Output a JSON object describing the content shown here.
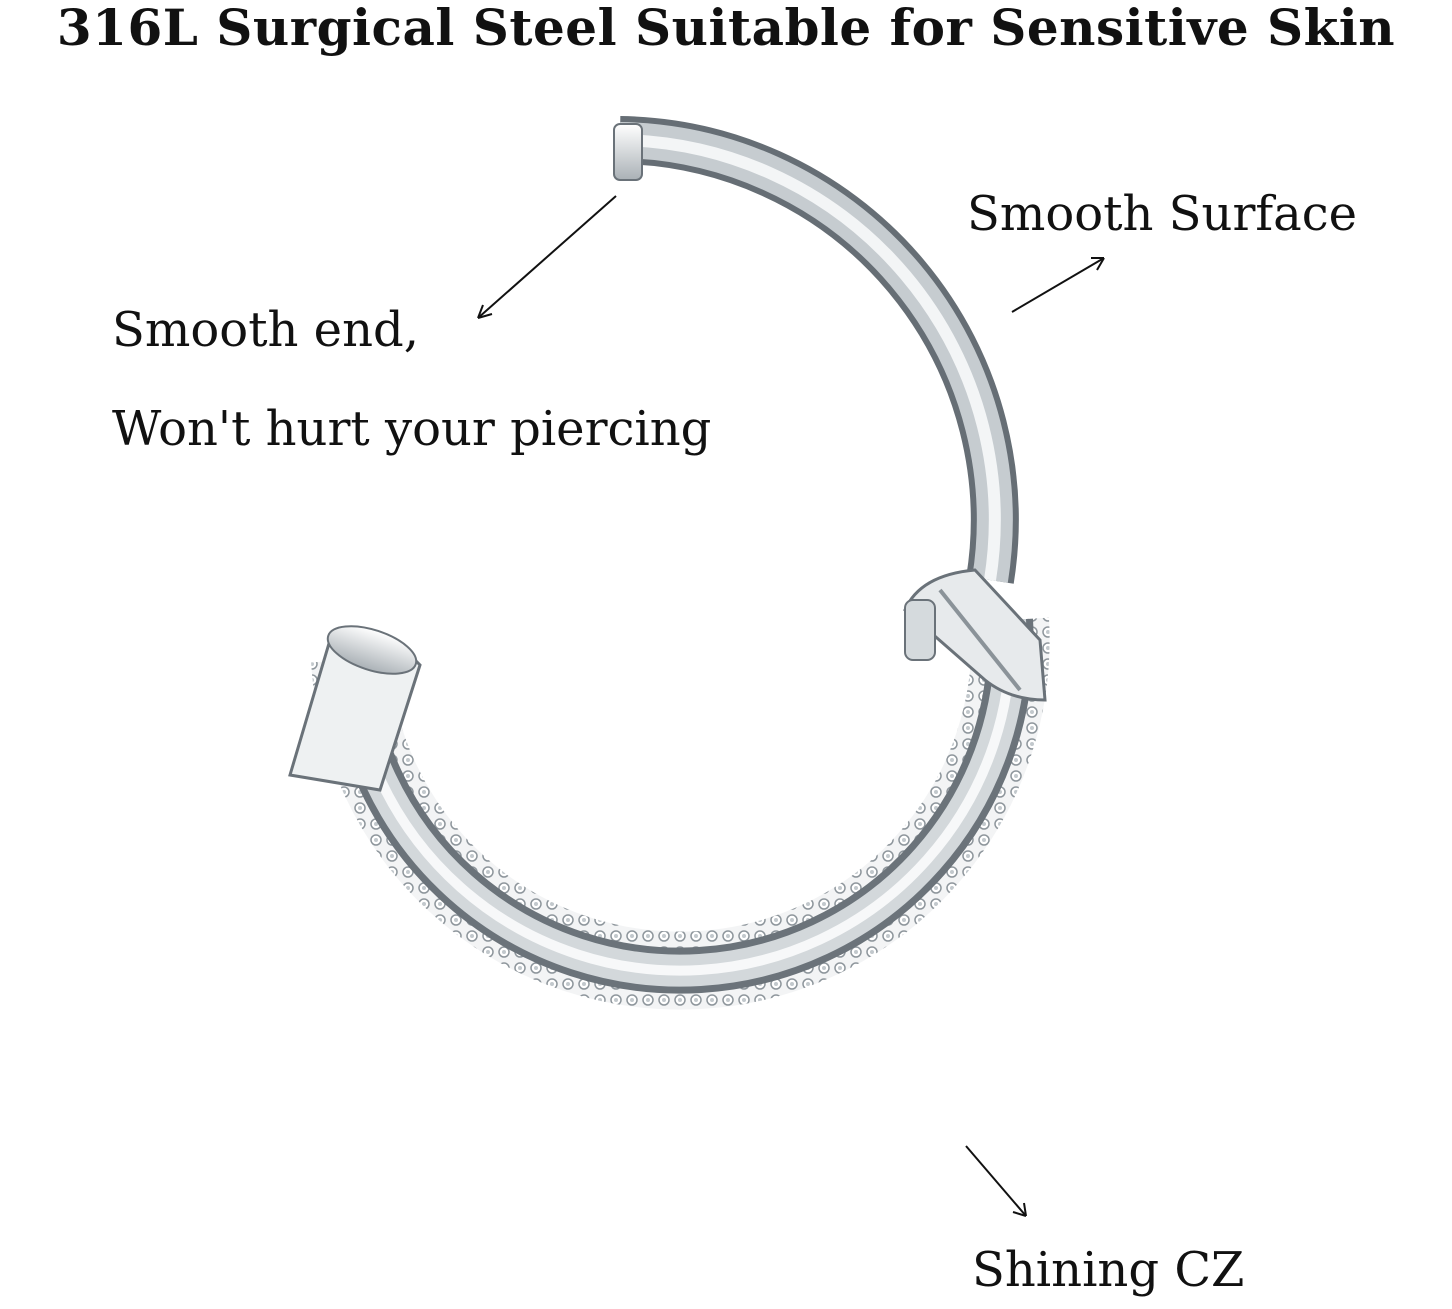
{
  "title": "316L Surgical Steel Suitable for Sensitive Skin",
  "annotations": {
    "smooth_end_line1": "Smooth end,",
    "smooth_end_line2": "Won't hurt your piercing",
    "smooth_surface": "Smooth Surface",
    "shining_cz": "Shining CZ"
  },
  "colors": {
    "background": "#ffffff",
    "text": "#111111",
    "metal_dark": "#7d858c",
    "metal_light": "#f4f6f7"
  }
}
